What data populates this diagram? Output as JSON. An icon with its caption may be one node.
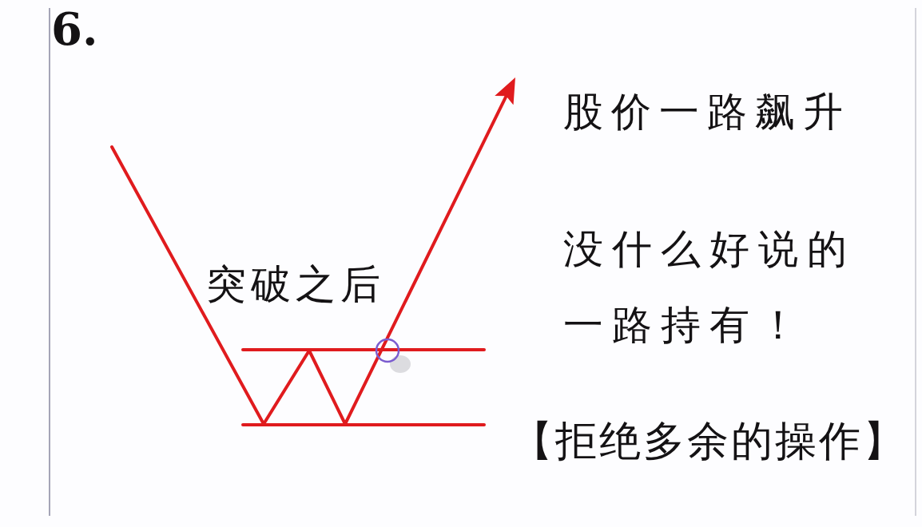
{
  "diagram": {
    "title": "6.",
    "labels": [
      "股价一路飙升",
      "没什么好说的一路持有！",
      "突破之后",
      "【拒绝多余的操作】"
    ]
  }
}
